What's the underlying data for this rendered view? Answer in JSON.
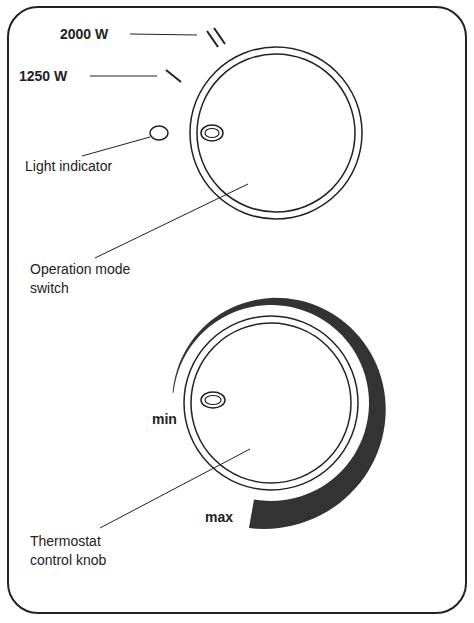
{
  "diagram": {
    "labels": [
      "2000 W",
      "1250 W",
      "Light indicator",
      "Operation mode switch",
      "min",
      "max",
      "Thermostat control knob"
    ]
  }
}
